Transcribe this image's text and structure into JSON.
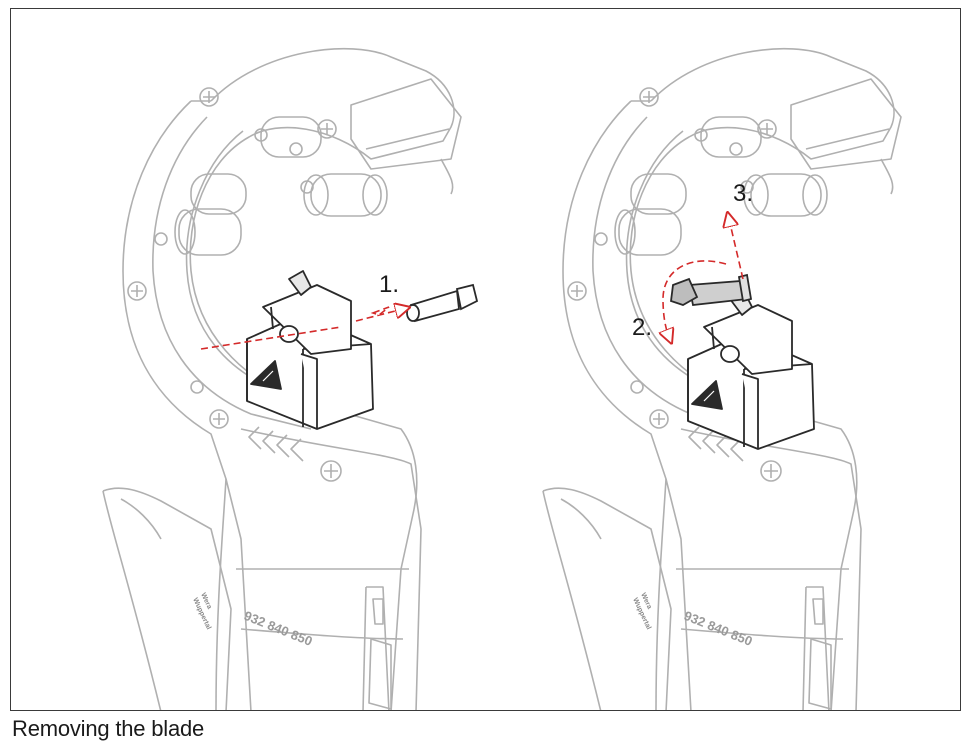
{
  "caption": "Removing the blade",
  "steps": {
    "step1": "1.",
    "step2": "2.",
    "step3": "3."
  },
  "embossed": {
    "part_number": "932 840 850",
    "brand_line1": "Wera",
    "brand_line2": "Wuppertal"
  },
  "colors": {
    "outline": "#b0b0b0",
    "dark_outline": "#2a2a2a",
    "arrow": "#d42a2a"
  }
}
